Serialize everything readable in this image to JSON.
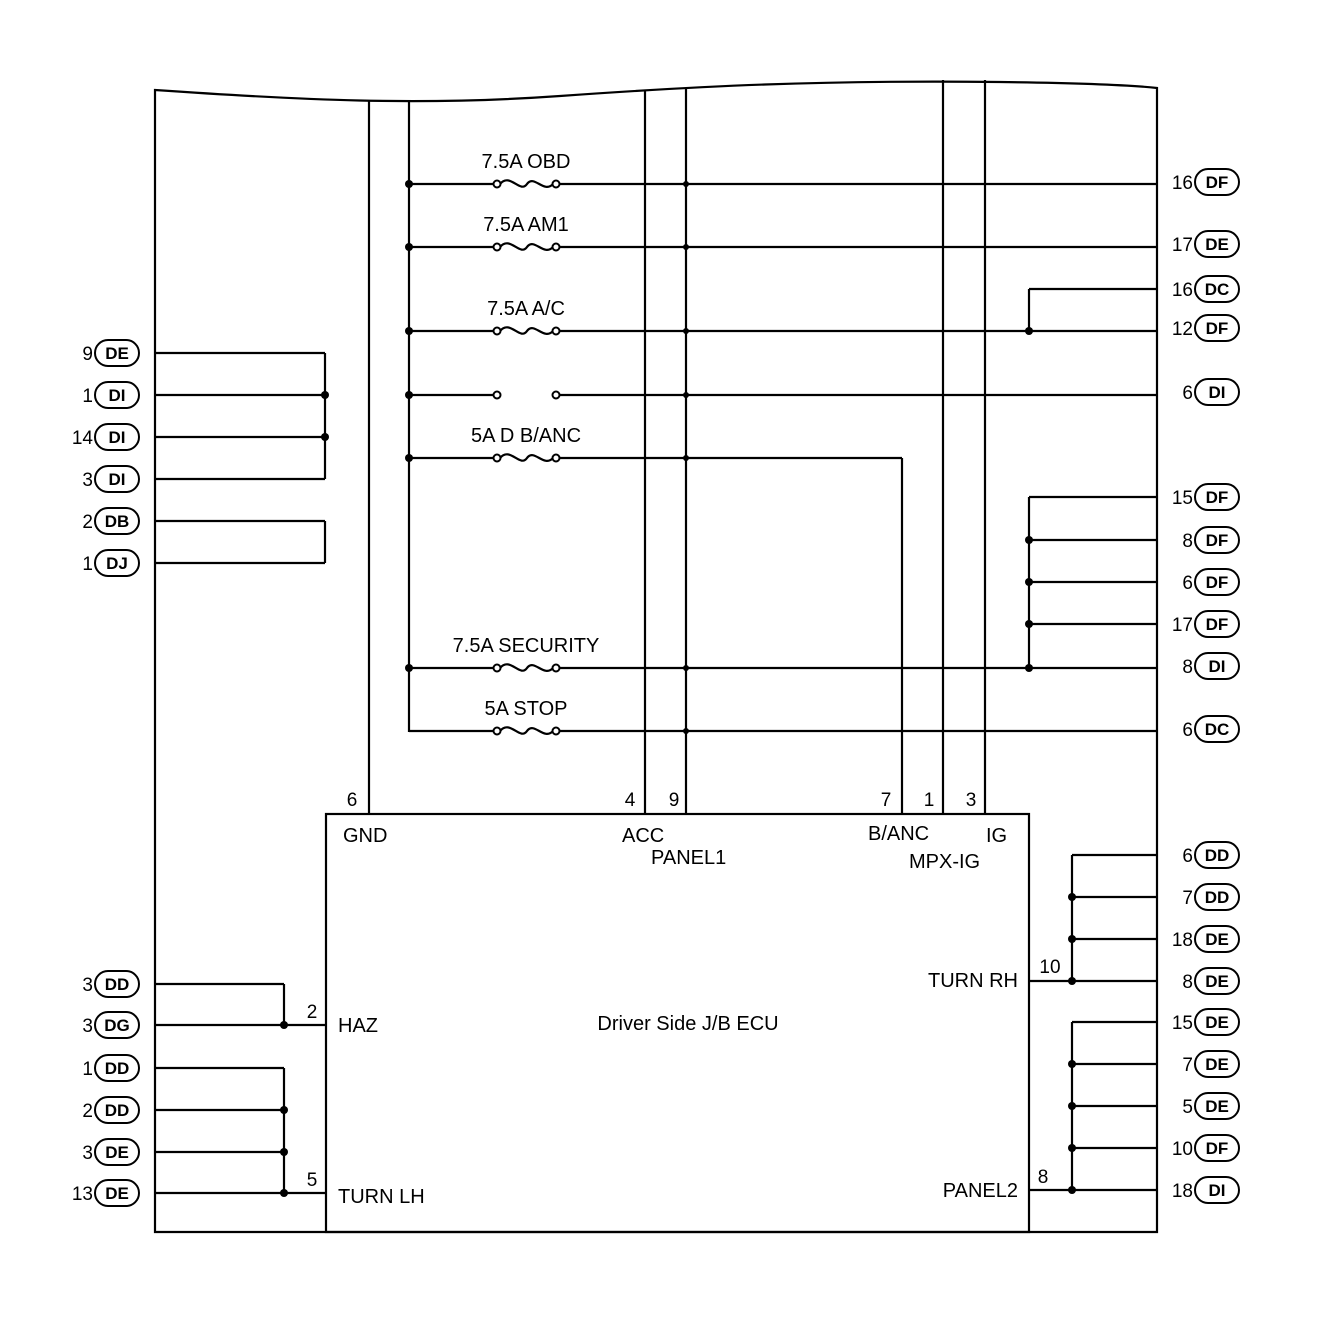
{
  "diagram": {
    "title": "Driver Side J/B ECU",
    "fuses": [
      {
        "label": "7.5A OBD"
      },
      {
        "label": "7.5A AM1"
      },
      {
        "label": "7.5A A/C"
      },
      {
        "label": ""
      },
      {
        "label": "5A D B/ANC"
      },
      {
        "label": "7.5A SECURITY"
      },
      {
        "label": "5A STOP"
      }
    ],
    "ecu_terminals": [
      {
        "pin": "6",
        "name": "GND"
      },
      {
        "pin": "4",
        "name": "ACC"
      },
      {
        "pin": "9",
        "name": "PANEL1"
      },
      {
        "pin": "7",
        "name": "B/ANC"
      },
      {
        "pin": "1",
        "name": "MPX-IG"
      },
      {
        "pin": "3",
        "name": "IG"
      },
      {
        "pin": "2",
        "name": "HAZ"
      },
      {
        "pin": "5",
        "name": "TURN LH"
      },
      {
        "pin": "10",
        "name": "TURN RH"
      },
      {
        "pin": "8",
        "name": "PANEL2"
      }
    ],
    "left_connectors": [
      {
        "pin": "9",
        "code": "DE"
      },
      {
        "pin": "1",
        "code": "DI"
      },
      {
        "pin": "14",
        "code": "DI"
      },
      {
        "pin": "3",
        "code": "DI"
      },
      {
        "pin": "2",
        "code": "DB"
      },
      {
        "pin": "1",
        "code": "DJ"
      },
      {
        "pin": "3",
        "code": "DD"
      },
      {
        "pin": "3",
        "code": "DG"
      },
      {
        "pin": "1",
        "code": "DD"
      },
      {
        "pin": "2",
        "code": "DD"
      },
      {
        "pin": "3",
        "code": "DE"
      },
      {
        "pin": "13",
        "code": "DE"
      }
    ],
    "right_connectors": [
      {
        "pin": "16",
        "code": "DF"
      },
      {
        "pin": "17",
        "code": "DE"
      },
      {
        "pin": "16",
        "code": "DC"
      },
      {
        "pin": "12",
        "code": "DF"
      },
      {
        "pin": "6",
        "code": "DI"
      },
      {
        "pin": "15",
        "code": "DF"
      },
      {
        "pin": "8",
        "code": "DF"
      },
      {
        "pin": "6",
        "code": "DF"
      },
      {
        "pin": "17",
        "code": "DF"
      },
      {
        "pin": "8",
        "code": "DI"
      },
      {
        "pin": "6",
        "code": "DC"
      },
      {
        "pin": "6",
        "code": "DD"
      },
      {
        "pin": "7",
        "code": "DD"
      },
      {
        "pin": "18",
        "code": "DE"
      },
      {
        "pin": "8",
        "code": "DE"
      },
      {
        "pin": "15",
        "code": "DE"
      },
      {
        "pin": "7",
        "code": "DE"
      },
      {
        "pin": "5",
        "code": "DE"
      },
      {
        "pin": "10",
        "code": "DF"
      },
      {
        "pin": "18",
        "code": "DI"
      }
    ]
  }
}
